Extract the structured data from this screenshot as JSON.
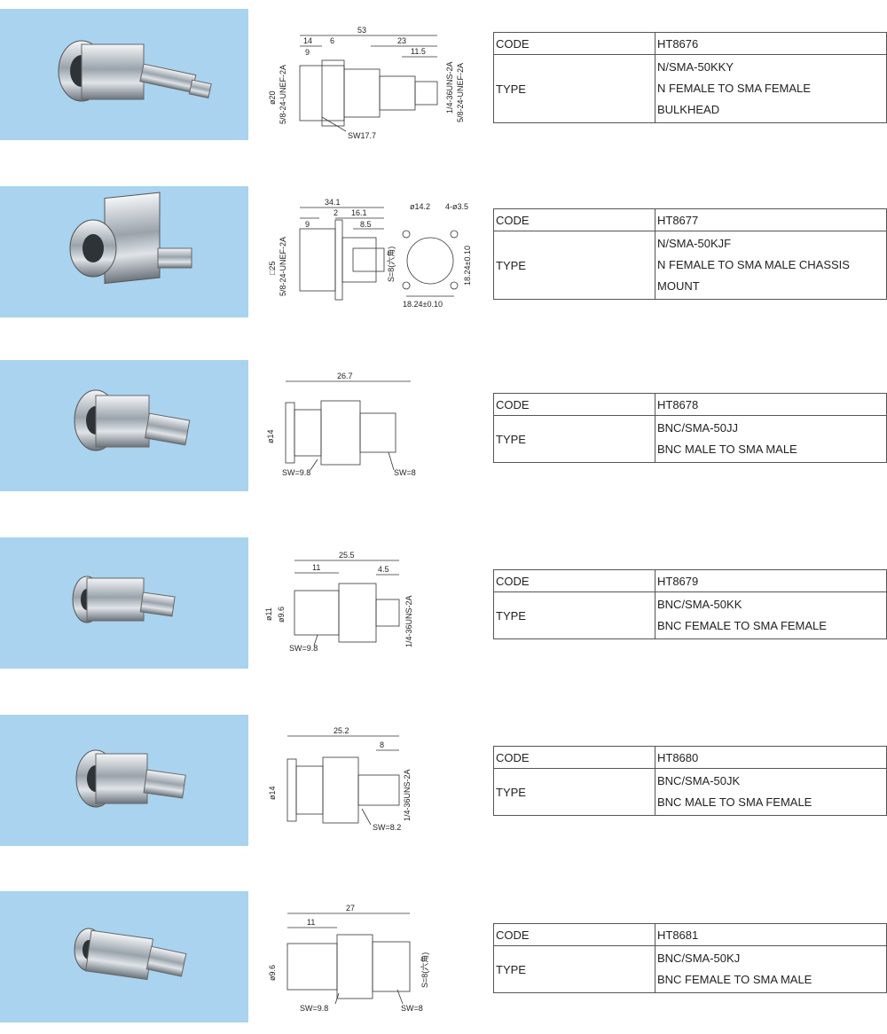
{
  "labels": {
    "code": "CODE",
    "type": "TYPE"
  },
  "products": [
    {
      "code": "HT8676",
      "type_lines": [
        "N/SMA-50KKY",
        "N FEMALE TO SMA FEMALE",
        "BULKHEAD"
      ],
      "dims": [
        "53",
        "14",
        "6",
        "23",
        "9",
        "11.5",
        "ø20",
        "5/8-24-UNEF-2A",
        "1/4-36UNS-2A",
        "5/8-24-UNEF-2A",
        "SW17.7"
      ]
    },
    {
      "code": "HT8677",
      "type_lines": [
        "N/SMA-50KJF",
        "N FEMALE TO SMA MALE CHASSIS",
        "MOUNT"
      ],
      "dims": [
        "34.1",
        "2",
        "16.1",
        "9",
        "8.5",
        "□25",
        "5/8-24-UNEF-2A",
        "S=8(六角)",
        "ø14.2",
        "4-ø3.5",
        "18.24±0.10",
        "18.24±0.10"
      ]
    },
    {
      "code": "HT8678",
      "type_lines": [
        "BNC/SMA-50JJ",
        "BNC MALE TO SMA MALE"
      ],
      "dims": [
        "26.7",
        "ø14",
        "SW=9.8",
        "SW=8"
      ]
    },
    {
      "code": "HT8679",
      "type_lines": [
        "BNC/SMA-50KK",
        "BNC FEMALE TO SMA FEMALE"
      ],
      "dims": [
        "25.5",
        "11",
        "4.5",
        "ø11",
        "ø9.6",
        "1/4-36UNS-2A",
        "SW=9.8"
      ]
    },
    {
      "code": "HT8680",
      "type_lines": [
        "BNC/SMA-50JK",
        "BNC MALE TO SMA FEMALE"
      ],
      "dims": [
        "25.2",
        "8",
        "ø14",
        "1/4-36UNS-2A",
        "SW=8.2"
      ]
    },
    {
      "code": "HT8681",
      "type_lines": [
        "BNC/SMA-50KJ",
        "BNC FEMALE TO SMA MALE"
      ],
      "dims": [
        "27",
        "11",
        "ø9.6",
        "S=8(六角)",
        "SW=9.8",
        "SW=8"
      ]
    }
  ]
}
